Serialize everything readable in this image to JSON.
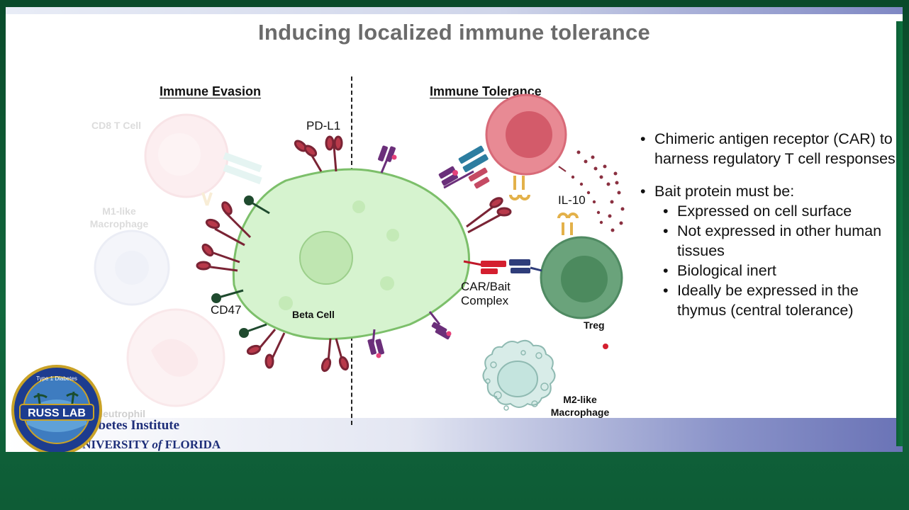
{
  "slide": {
    "title": "Inducing localized immune tolerance"
  },
  "left_panel": {
    "heading": "Immune Evasion",
    "faded_cells": [
      "CD8 T Cell",
      "M1-like\nMacrophage",
      "Neutrophil"
    ],
    "labels": {
      "pdl1": "PD-L1",
      "cd47": "CD47",
      "beta_cell": "Beta Cell"
    }
  },
  "right_panel": {
    "heading": "Immune Tolerance",
    "labels": {
      "il10": "IL-10",
      "car_bait": "CAR/Bait\nComplex",
      "treg": "Treg",
      "m2": "M2-like\nMacrophage"
    }
  },
  "bullets": [
    {
      "level": 1,
      "text": "Chimeric antigen receptor (CAR) to harness regulatory T cell responses"
    },
    {
      "level": 1,
      "text": "Bait protein must be:"
    },
    {
      "level": 2,
      "text": "Expressed on cell surface"
    },
    {
      "level": 2,
      "text": "Not expressed in other human tissues"
    },
    {
      "level": 2,
      "text": "Biological inert"
    },
    {
      "level": 2,
      "text": "Ideally be expressed in the thymus (central tolerance)"
    }
  ],
  "footer": {
    "institute": "Diabetes Institute",
    "university_prefix": "UNIVERSITY ",
    "university_of": "of",
    "university_suffix": " FLORIDA",
    "logo_text": "RUSS LAB",
    "logo_ring_text": "Type 1 Diabetes"
  },
  "colors": {
    "title_gray": "#6b6b6b",
    "beta_cell_fill": "#d6f3cf",
    "beta_cell_stroke": "#7cbf6a",
    "receptor_dark_red": "#7a2435",
    "receptor_red": "#b8394a",
    "treg_green": "#6aa37b",
    "tcell_pink": "#e88a94",
    "car_blue": "#2c7da0",
    "car_purple": "#6b2f7a",
    "footer_blue": "#1f2f7a"
  }
}
